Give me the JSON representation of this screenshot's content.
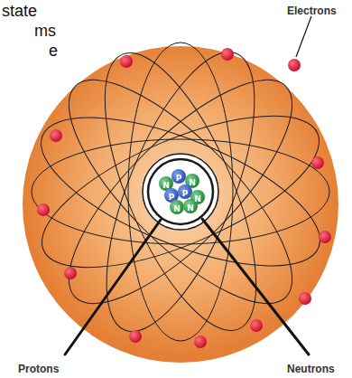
{
  "diagram": {
    "labels": [
      "state",
      "ms",
      "e",
      "Electrons",
      "Protons",
      "Neutrons",
      "N",
      "P",
      "N",
      "P",
      "P",
      "N",
      "N",
      "N"
    ]
  }
}
